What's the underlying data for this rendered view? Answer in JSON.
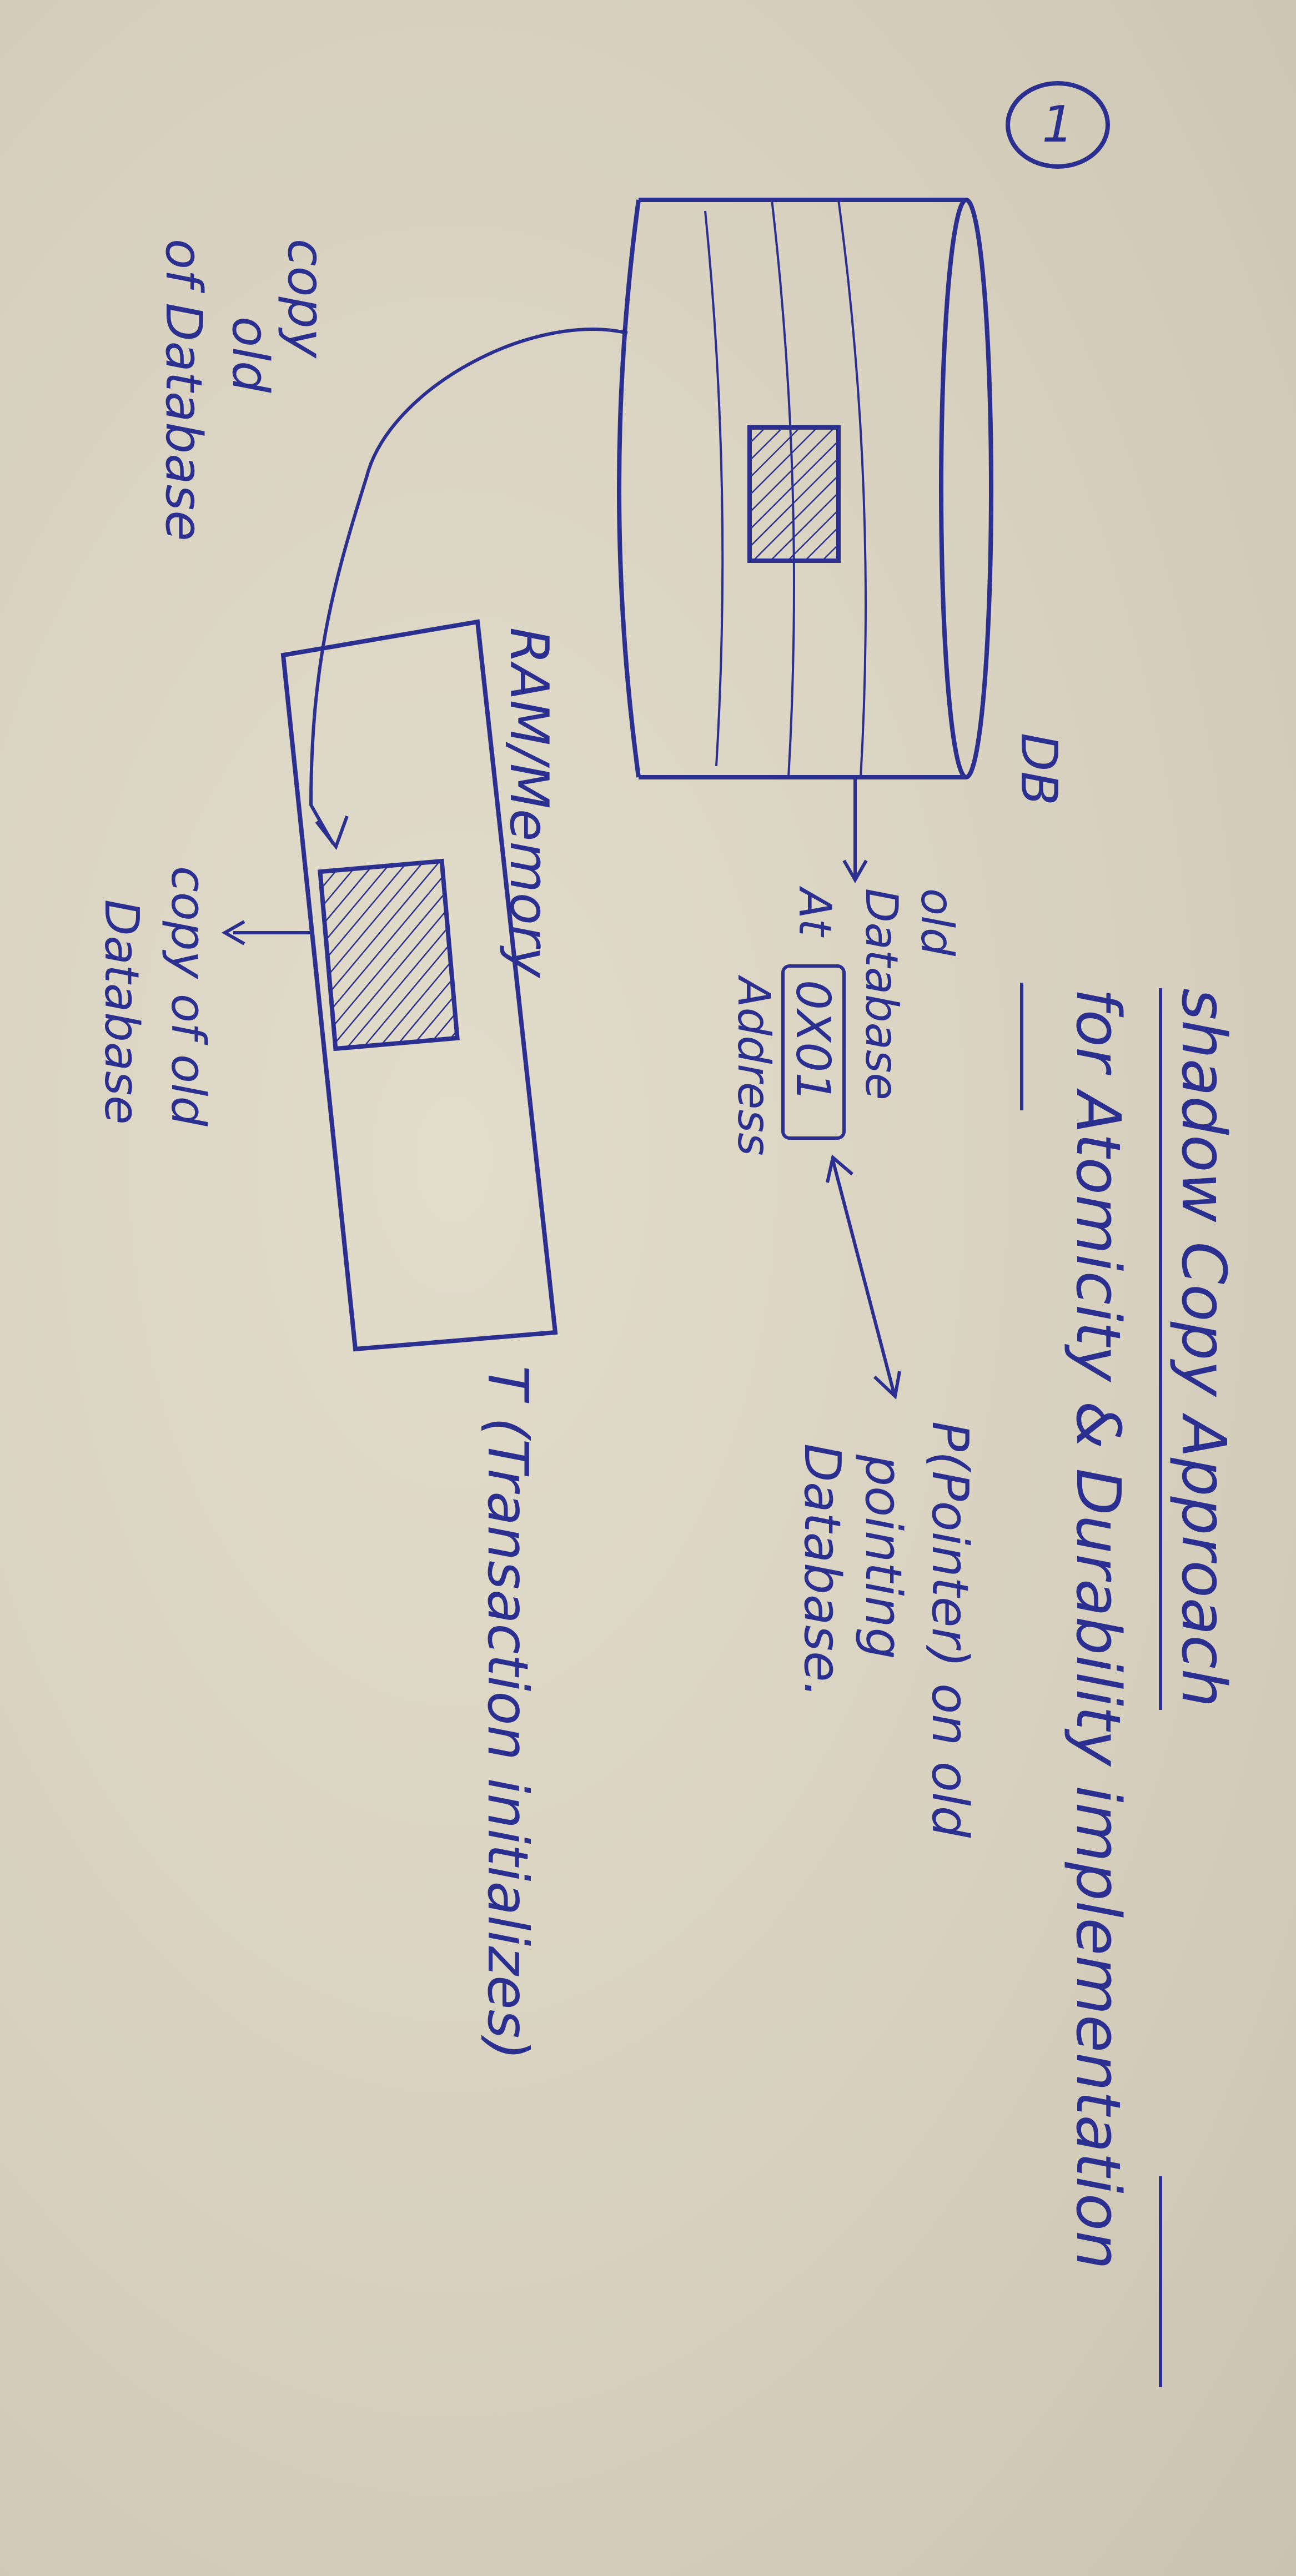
{
  "number": "1",
  "heading": {
    "line1": "shadow Copy Approach",
    "line2": "for Atomicity & Durability implementation"
  },
  "pointer": {
    "line1": "P(Pointer) on old",
    "line2": "pointing",
    "line3": "Database."
  },
  "old_db": {
    "line1": "old",
    "line2": "Database",
    "line3": "At",
    "address": "0X01",
    "line4": "Address"
  },
  "db_label": "DB",
  "ram_label": "RAM/Memory",
  "copy_label": {
    "line1": "copy of old",
    "line2": "Database"
  },
  "left_label": {
    "line1": "copy",
    "line2": "old",
    "line3": "of Database"
  },
  "transaction_label": "T (Transaction initializes)",
  "colors": {
    "ink": "#2b2f8f",
    "paper": "#dcd6c4"
  }
}
